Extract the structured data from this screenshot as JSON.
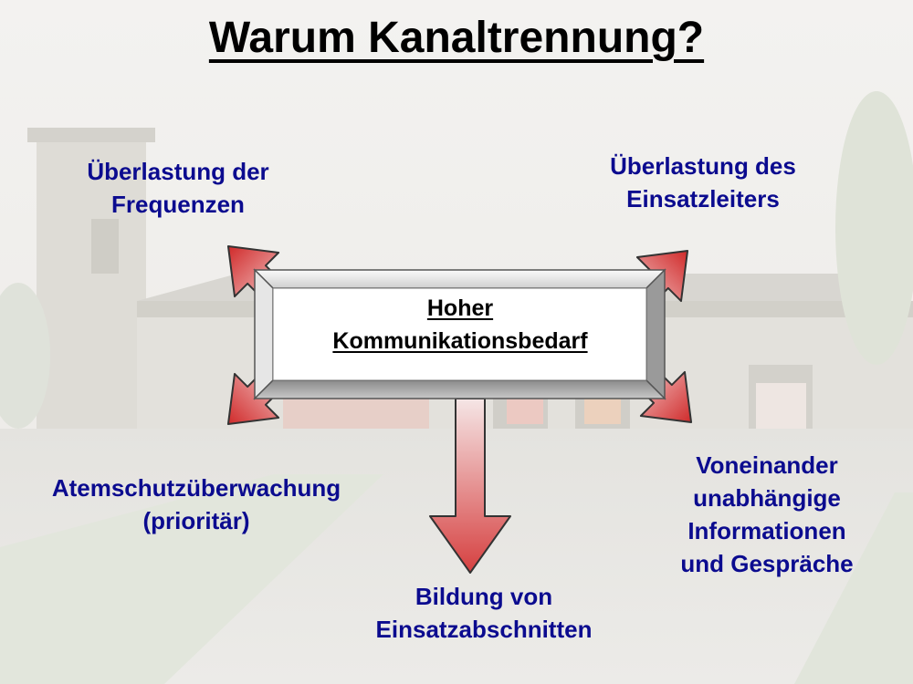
{
  "title": "Warum Kanaltrennung?",
  "center": {
    "line1": "Hoher",
    "line2": "Kommunikationsbedarf"
  },
  "outcomes": {
    "top_left": [
      "Überlastung der",
      "Frequenzen"
    ],
    "top_right": [
      "Überlastung des",
      "Einsatzleiters"
    ],
    "left": [
      "Atemschutzüberwachung",
      "(prioritär)"
    ],
    "right": [
      "Voneinander",
      "unabhängige",
      "Informationen",
      "und Gespräche"
    ],
    "bottom": [
      "Bildung von",
      "Einsatzabschnitten"
    ]
  },
  "colors": {
    "title": "#000000",
    "label": "#0b0b8f",
    "arrow_light": "#f7dada",
    "arrow_dark": "#d02a2a",
    "box_face": "#ffffff",
    "box_border": "#7a7a7a"
  }
}
